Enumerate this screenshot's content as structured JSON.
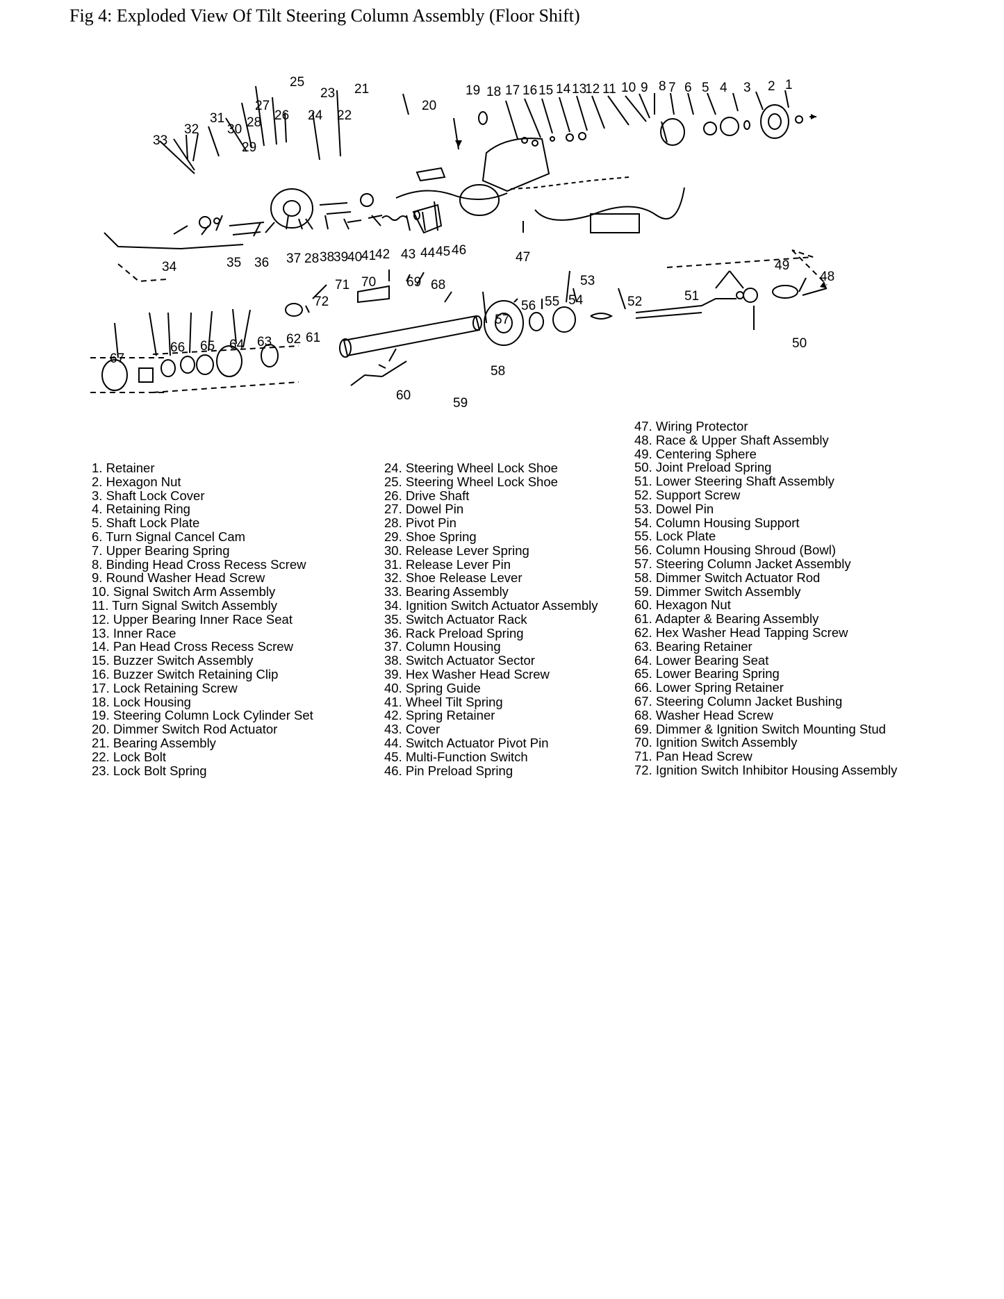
{
  "title": "Fig 4: Exploded View Of Tilt Steering Column Assembly (Floor Shift)",
  "diagram": {
    "callouts": [
      "1",
      "2",
      "3",
      "4",
      "5",
      "6",
      "7",
      "8",
      "9",
      "10",
      "11",
      "12",
      "13",
      "14",
      "15",
      "16",
      "17",
      "18",
      "19",
      "20",
      "21",
      "22",
      "23",
      "24",
      "25",
      "26",
      "27",
      "28",
      "29",
      "30",
      "31",
      "32",
      "33",
      "34",
      "35",
      "36",
      "37",
      "28",
      "38",
      "39",
      "40",
      "41",
      "42",
      "43",
      "44",
      "45",
      "46",
      "47",
      "48",
      "49",
      "50",
      "51",
      "52",
      "53",
      "54",
      "55",
      "56",
      "57",
      "58",
      "59",
      "60",
      "61",
      "62",
      "63",
      "64",
      "65",
      "66",
      "67",
      "68",
      "69",
      "70",
      "71",
      "72"
    ]
  },
  "legend": [
    {
      "num": "1.",
      "name": "Retainer"
    },
    {
      "num": "2.",
      "name": "Hexagon Nut"
    },
    {
      "num": "3.",
      "name": "Shaft Lock Cover"
    },
    {
      "num": "4.",
      "name": "Retaining Ring"
    },
    {
      "num": "5.",
      "name": "Shaft Lock Plate"
    },
    {
      "num": "6.",
      "name": "Turn Signal Cancel Cam"
    },
    {
      "num": "7.",
      "name": "Upper Bearing Spring"
    },
    {
      "num": "8.",
      "name": "Binding Head Cross Recess Screw"
    },
    {
      "num": "9.",
      "name": "Round Washer Head Screw"
    },
    {
      "num": "10.",
      "name": "Signal Switch Arm Assembly"
    },
    {
      "num": "11.",
      "name": "Turn Signal Switch Assembly"
    },
    {
      "num": "12.",
      "name": "Upper Bearing Inner Race Seat"
    },
    {
      "num": "13.",
      "name": "Inner Race"
    },
    {
      "num": "14.",
      "name": "Pan Head Cross Recess Screw"
    },
    {
      "num": "15.",
      "name": "Buzzer Switch Assembly"
    },
    {
      "num": "16.",
      "name": "Buzzer Switch Retaining Clip"
    },
    {
      "num": "17.",
      "name": "Lock Retaining Screw"
    },
    {
      "num": "18.",
      "name": "Lock Housing"
    },
    {
      "num": "19.",
      "name": "Steering Column Lock Cylinder Set"
    },
    {
      "num": "20.",
      "name": "Dimmer Switch Rod Actuator"
    },
    {
      "num": "21.",
      "name": "Bearing Assembly"
    },
    {
      "num": "22.",
      "name": "Lock Bolt"
    },
    {
      "num": "23.",
      "name": "Lock Bolt Spring"
    },
    {
      "num": "24.",
      "name": "Steering Wheel Lock Shoe"
    },
    {
      "num": "25.",
      "name": "Steering Wheel Lock Shoe"
    },
    {
      "num": "26.",
      "name": "Drive Shaft"
    },
    {
      "num": "27.",
      "name": "Dowel Pin"
    },
    {
      "num": "28.",
      "name": "Pivot Pin"
    },
    {
      "num": "29.",
      "name": "Shoe Spring"
    },
    {
      "num": "30.",
      "name": "Release Lever Spring"
    },
    {
      "num": "31.",
      "name": "Release Lever Pin"
    },
    {
      "num": "32.",
      "name": "Shoe Release Lever"
    },
    {
      "num": "33.",
      "name": "Bearing Assembly"
    },
    {
      "num": "34.",
      "name": "Ignition Switch Actuator Assembly"
    },
    {
      "num": "35.",
      "name": "Switch Actuator Rack"
    },
    {
      "num": "36.",
      "name": "Rack Preload Spring"
    },
    {
      "num": "37.",
      "name": "Column Housing"
    },
    {
      "num": "38.",
      "name": "Switch Actuator Sector"
    },
    {
      "num": "39.",
      "name": "Hex Washer Head Screw"
    },
    {
      "num": "40.",
      "name": "Spring Guide"
    },
    {
      "num": "41.",
      "name": "Wheel Tilt Spring"
    },
    {
      "num": "42.",
      "name": "Spring Retainer"
    },
    {
      "num": "43.",
      "name": "Cover"
    },
    {
      "num": "44.",
      "name": "Switch Actuator Pivot Pin"
    },
    {
      "num": "45.",
      "name": "Multi-Function Switch"
    },
    {
      "num": "46.",
      "name": "Pin Preload Spring"
    },
    {
      "num": "47.",
      "name": "Wiring Protector"
    },
    {
      "num": "48.",
      "name": "Race & Upper Shaft Assembly"
    },
    {
      "num": "49.",
      "name": "Centering Sphere"
    },
    {
      "num": "50.",
      "name": "Joint Preload Spring"
    },
    {
      "num": "51.",
      "name": "Lower Steering Shaft Assembly"
    },
    {
      "num": "52.",
      "name": "Support Screw"
    },
    {
      "num": "53.",
      "name": "Dowel Pin"
    },
    {
      "num": "54.",
      "name": "Column Housing Support"
    },
    {
      "num": "55.",
      "name": "Lock Plate"
    },
    {
      "num": "56.",
      "name": "Column Housing Shroud (Bowl)"
    },
    {
      "num": "57.",
      "name": "Steering Column Jacket Assembly"
    },
    {
      "num": "58.",
      "name": "Dimmer Switch Actuator Rod"
    },
    {
      "num": "59.",
      "name": "Dimmer Switch Assembly"
    },
    {
      "num": "60.",
      "name": "Hexagon Nut"
    },
    {
      "num": "61.",
      "name": "Adapter & Bearing Assembly"
    },
    {
      "num": "62.",
      "name": "Hex Washer Head Tapping Screw"
    },
    {
      "num": "63.",
      "name": "Bearing Retainer"
    },
    {
      "num": "64.",
      "name": "Lower Bearing Seat"
    },
    {
      "num": "65.",
      "name": "Lower Bearing Spring"
    },
    {
      "num": "66.",
      "name": "Lower Spring Retainer"
    },
    {
      "num": "67.",
      "name": "Steering Column Jacket Bushing"
    },
    {
      "num": "68.",
      "name": "Washer Head Screw"
    },
    {
      "num": "69.",
      "name": "Dimmer & Ignition Switch Mounting Stud"
    },
    {
      "num": "70.",
      "name": "Ignition Switch Assembly"
    },
    {
      "num": "71.",
      "name": "Pan Head Screw"
    },
    {
      "num": "72.",
      "name": "Ignition Switch Inhibitor Housing Assembly"
    }
  ]
}
